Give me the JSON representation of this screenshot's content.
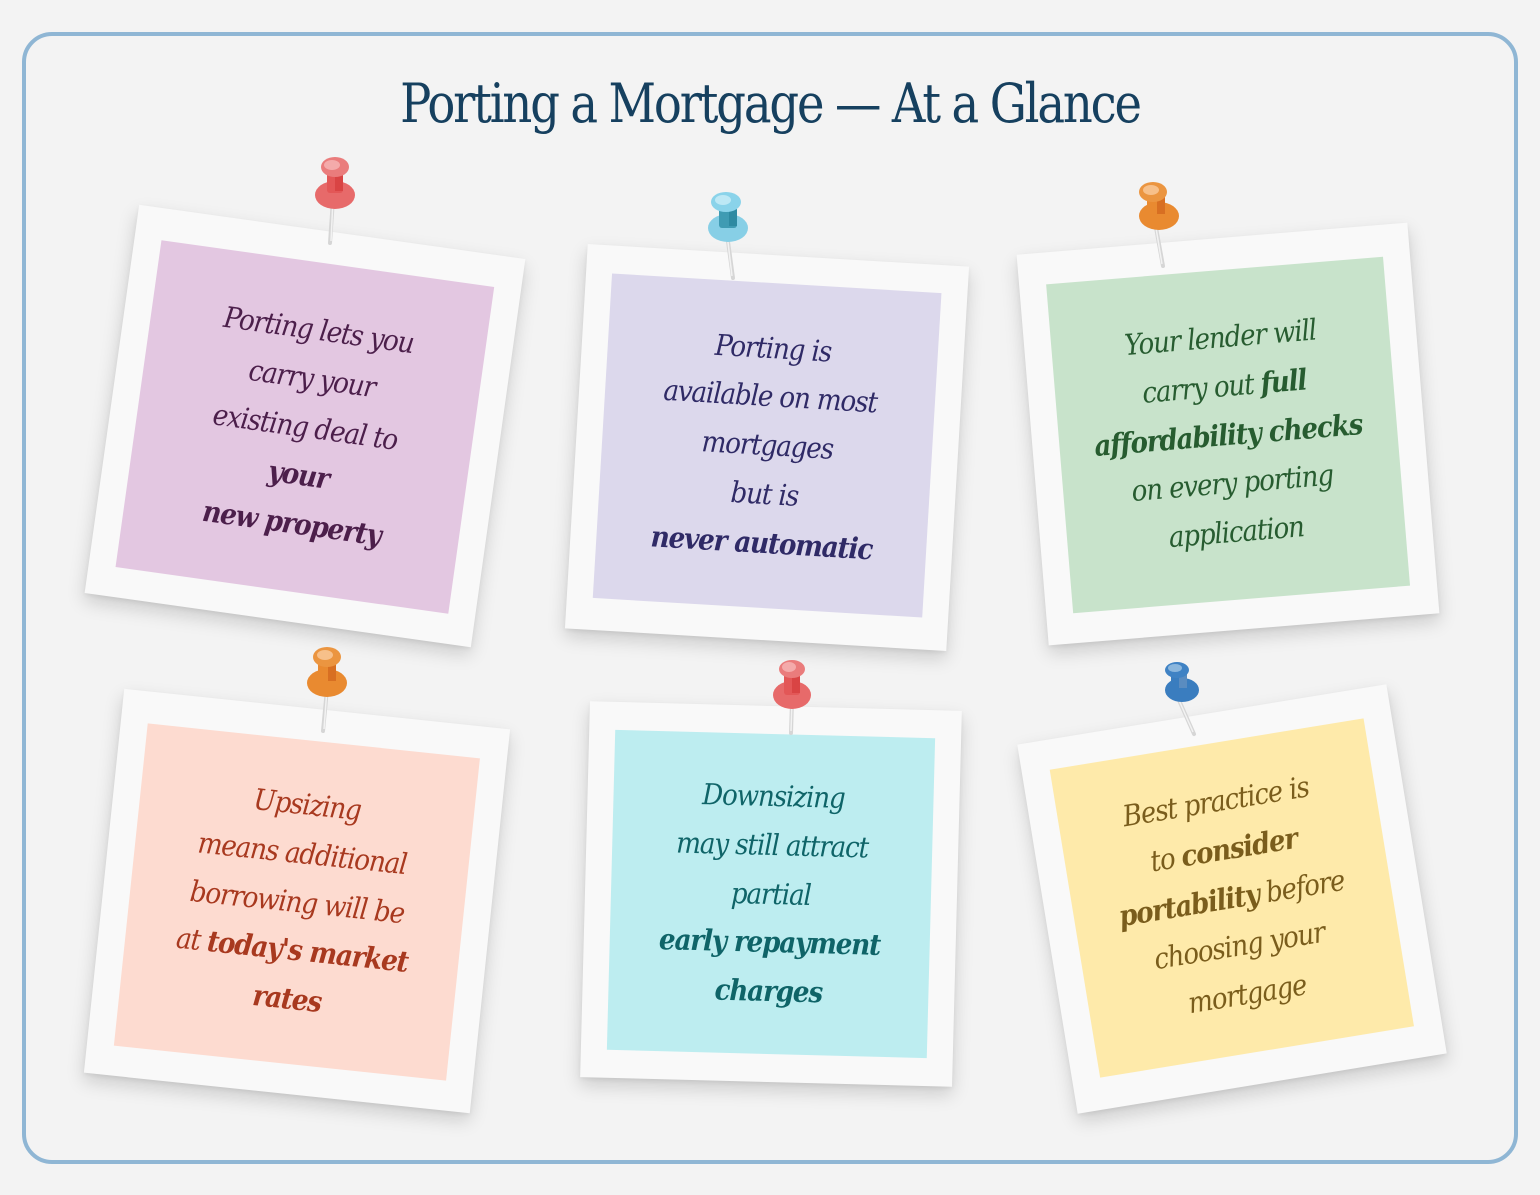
{
  "title": "Porting a Mortgage — At a Glance",
  "colors": {
    "border": "#8fb6d4",
    "title": "#16405f",
    "background": "#f3f3f3",
    "frame": "#f9f9f9"
  },
  "cards": [
    {
      "note_color": "#e3c7e1",
      "text_color": "#4c1f4b",
      "pin_color": "red-pin",
      "lines": [
        "Porting lets you",
        "carry your",
        "existing deal to"
      ],
      "bold_lines": [
        "your",
        "new property"
      ]
    },
    {
      "note_color": "#dcd8ec",
      "text_color": "#2f2a66",
      "pin_color": "light-blue-pin",
      "lines": [
        "Porting is",
        "available on most",
        "mortgages",
        "but is"
      ],
      "bold_lines": [
        "never automatic"
      ]
    },
    {
      "note_color": "#c8e3cb",
      "text_color": "#275c30",
      "pin_color": "orange-pin",
      "line1": "Your lender will",
      "line2_plain": "carry out ",
      "line2_bold": "full",
      "line3_bold": "affordability checks",
      "line4": "on every porting",
      "line5": "application"
    },
    {
      "note_color": "#fddbd0",
      "text_color": "#a8391f",
      "pin_color": "orange-pin",
      "line1": "Upsizing",
      "line2": "means additional",
      "line3": "borrowing will be",
      "line4_plain": "at ",
      "line4_bold": "today's market",
      "line5_bold": "rates"
    },
    {
      "note_color": "#bdedf0",
      "text_color": "#0f6468",
      "pin_color": "red-pin",
      "lines": [
        "Downsizing",
        "may still attract",
        "partial"
      ],
      "bold_lines": [
        "early repayment",
        "charges"
      ]
    },
    {
      "note_color": "#feeaaa",
      "text_color": "#7a5d1c",
      "pin_color": "blue-pin",
      "line1": "Best practice is",
      "line2_plain": "to ",
      "line2_bold": "consider",
      "line3_bold": "portability",
      "line3_plain": " before",
      "line4": "choosing your",
      "line5": "mortgage"
    }
  ]
}
